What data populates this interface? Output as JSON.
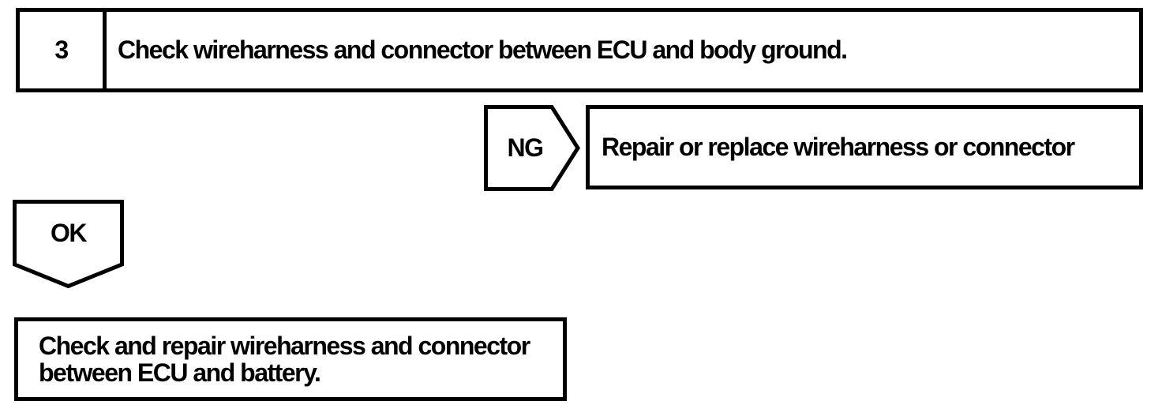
{
  "page": {
    "ink_color": "#000000",
    "paper_color": "#ffffff"
  },
  "flowchart": {
    "step_box": {
      "number": "3",
      "instruction": "Check wireharness and connector between ECU and body ground."
    },
    "ng_branch": {
      "label": "NG",
      "action": "Repair or replace wireharness or connector"
    },
    "ok_branch": {
      "label": "OK",
      "result_lines": [
        "Check and repair wireharness and connector",
        "between ECU and battery."
      ]
    }
  }
}
